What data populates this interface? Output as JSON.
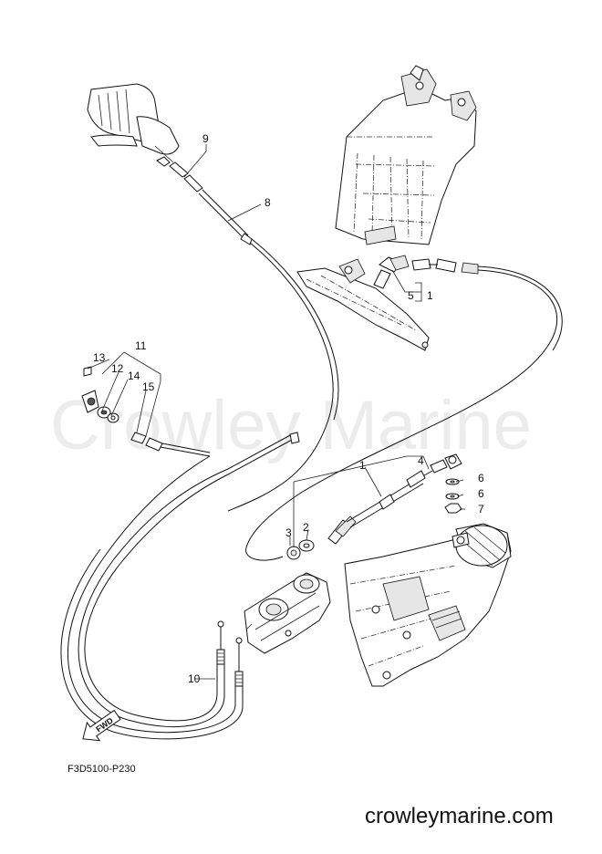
{
  "watermark": "Crowley Marine",
  "website": "crowleymarine.com",
  "diagram_code": "F3D5100-P230",
  "direction_arrow": "FWD",
  "callouts": {
    "c1": "1",
    "c1b": "1",
    "c2": "2",
    "c3": "3",
    "c4": "4",
    "c5": "5",
    "c6a": "6",
    "c6b": "6",
    "c7": "7",
    "c8": "8",
    "c9": "9",
    "c10": "10",
    "c11": "11",
    "c12": "12",
    "c13": "13",
    "c14": "14",
    "c15": "15"
  }
}
